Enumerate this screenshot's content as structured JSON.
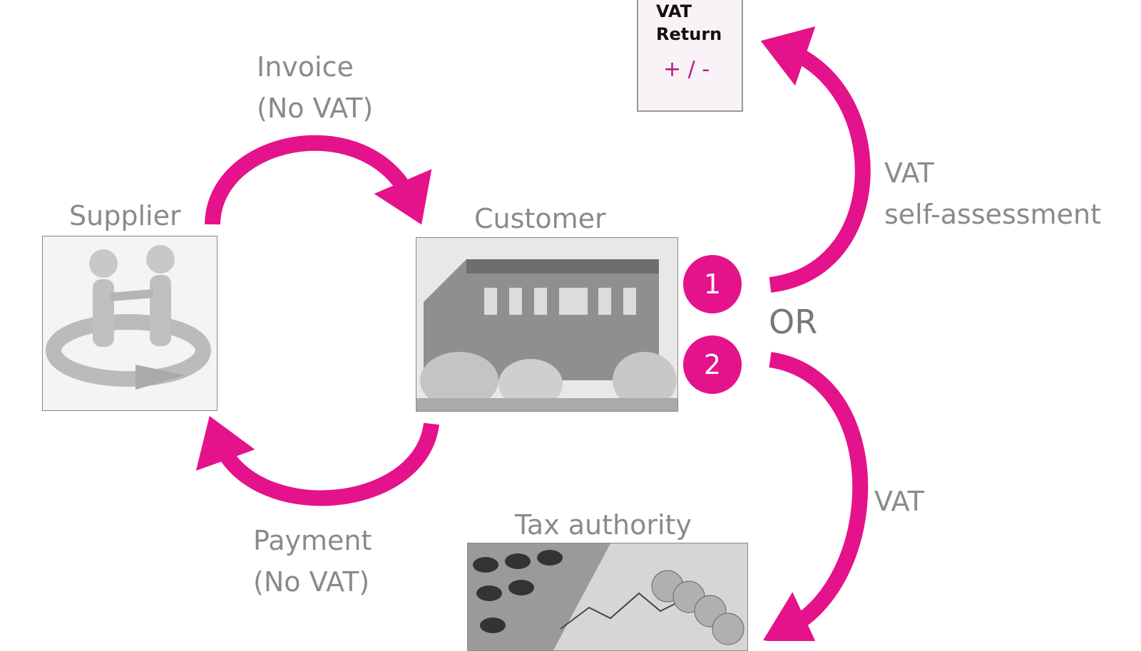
{
  "labels": {
    "invoice": [
      "Invoice",
      "(No VAT)"
    ],
    "payment": [
      "Payment",
      "(No VAT)"
    ],
    "supplier": "Supplier",
    "customer": "Customer",
    "tax_authority": "Tax authority",
    "self_assessment": [
      "VAT",
      "self-assessment"
    ],
    "vat": "VAT",
    "or": "OR"
  },
  "badges": [
    "1",
    "2"
  ],
  "vat_return_doc": {
    "line1": "VAT",
    "line2": "Return",
    "symbol": "+ / -"
  },
  "colors": {
    "accent": "#e4128b",
    "text": "#8a8a8a"
  }
}
